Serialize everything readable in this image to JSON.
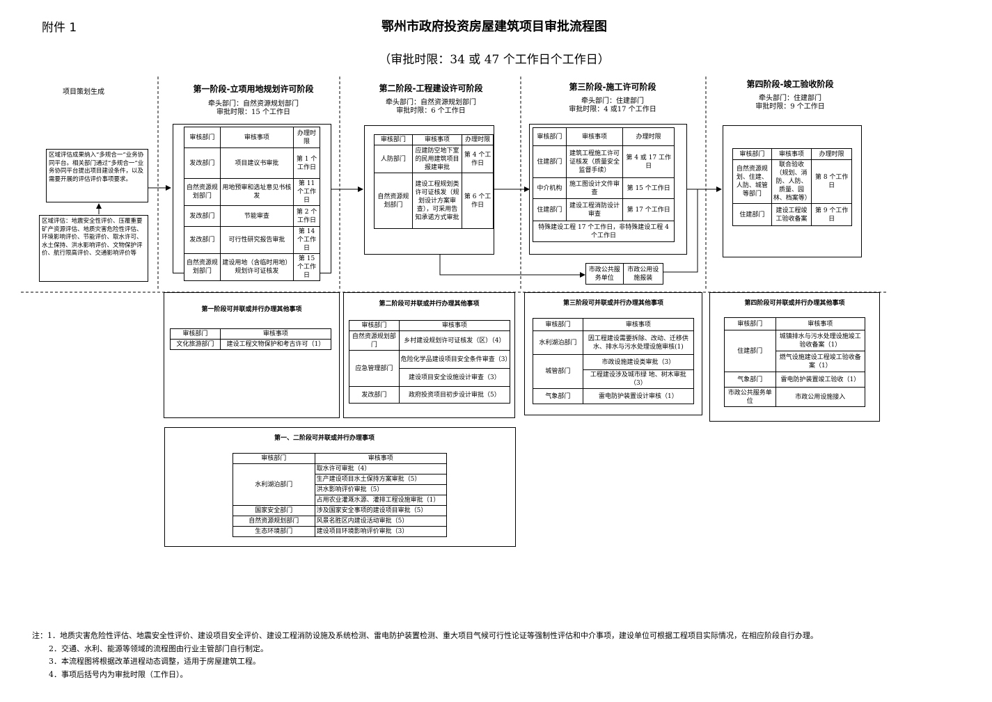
{
  "attachment": "附件 1",
  "title": "鄂州市政府投资房屋建筑项目审批流程图",
  "subtitle": "（审批时限：34 或 47 个工作日个工作日）",
  "project_start": "项目策划生成",
  "area_integration_box": "区域评估成果纳入“多规合一”业务协同平台。相关部门通过“多规合一”业务协同平台提出项目建设条件，以及需要开展的评估评价事项要求。",
  "area_eval_box": "区域评估：地震安全性评价、压覆重要矿产资源评估、地质灾害危险性评估、环境影响评价、节能评价、取水许可、水土保持、洪水影响评价、文物保护评价、航行限高评价、交通影响评价等",
  "headers": {
    "dept": "审核部门",
    "item": "审核事项",
    "time": "办理时限"
  },
  "stage1": {
    "title": "第一阶段-立项用地规划许可阶段",
    "lead": "牵头部门：自然资源规划部门",
    "limit": "审批时限：15 个工作日",
    "rows": [
      {
        "dept": "发改部门",
        "item": "项目建议书审批",
        "time": "第 1 个工作日"
      },
      {
        "dept": "自然资源规划部门",
        "item": "用地预审和选址意见书核发",
        "time": "第 11 个工作日"
      },
      {
        "dept": "发改部门",
        "item": "节能审查",
        "time": "第 2 个工作日"
      },
      {
        "dept": "发改部门",
        "item": "可行性研究报告审批",
        "time": "第 14 个工作日"
      },
      {
        "dept": "自然资源规划部门",
        "item": "建设用地（含临时用地）规划许可证核发",
        "time": "第 15 个工作日"
      }
    ]
  },
  "stage2": {
    "title": "第二阶段-工程建设许可阶段",
    "lead": "牵头部门：自然资源规划部门",
    "limit": "审批时限：6 个工作日",
    "rows": [
      {
        "dept": "人防部门",
        "item": "应建防空地下室的民用建筑项目报建审批",
        "time": "第 4 个工作日"
      },
      {
        "dept": "自然资源规划部门",
        "item": "建设工程规划类许可证核发（规划设计方案审查），可采用告知承诺方式审批",
        "time": "第 6 个工作日"
      }
    ]
  },
  "stage3": {
    "title": "第三阶段-施工许可阶段",
    "lead": "牵头部门：住建部门",
    "limit": "审批时限：4 或17 个工作日",
    "rows": [
      {
        "dept": "住建部门",
        "item": "建筑工程施工许可证核发（质量安全监督手续）",
        "time": "第 4 或 17 工作日"
      },
      {
        "dept": "中介机构",
        "item": "施工图设计文件审查",
        "time": "第 15 个工作日"
      },
      {
        "dept": "住建部门",
        "item": "建设工程消防设计审查",
        "time": "第 17 个工作日"
      }
    ],
    "note": "特殊建设工程 17 个工作日，非特殊建设工程 4 个工作日"
  },
  "stage4": {
    "title": "第四阶段-竣工验收阶段",
    "lead": "牵头部门：住建部门",
    "limit": "审批时限：9 个工作日",
    "rows": [
      {
        "dept": "自然资源规划、住建、人防、城管等部门",
        "item": "联合验收（规划、消防、人防、质量、园林、档案等）",
        "time": "第 8 个工作日"
      },
      {
        "dept": "住建部门",
        "item": "建设工程竣工验收备案",
        "time": "第 9 个工作日"
      }
    ]
  },
  "municipal": {
    "unit": "市政公共服务单位",
    "item": "市政公用设施报装"
  },
  "p1": {
    "title": "第一阶段可并联或并行办理其他事项",
    "rows": [
      {
        "dept": "文化旅游部门",
        "item": "建设工程文物保护和考古许可（1）"
      }
    ]
  },
  "p2": {
    "title": "第二阶段可并联或并行办理其他事项",
    "rows": [
      {
        "dept": "自然资源规划部门",
        "item": "乡村建设规划许可证核发（区）（4）"
      },
      {
        "dept": "应急管理部门",
        "item": "危险化学品建设项目安全条件审查（3）"
      },
      {
        "dept": "",
        "item": "建设项目安全设施设计审查（3）"
      },
      {
        "dept": "发改部门",
        "item": "政府投资项目初步设计审批（5）"
      }
    ]
  },
  "p3": {
    "title": "第三阶段可并联或并行办理其他事项",
    "rows": [
      {
        "dept": "水利湖泊部门",
        "item": "因工程建设需要拆除、改动、迁移供水、排水与污水处理设施审核(1)"
      },
      {
        "dept": "城管部门",
        "item": "市政设施建设类审批（3）"
      },
      {
        "dept": "",
        "item": "工程建设涉及城市绿 地、树木审批（3）"
      },
      {
        "dept": "气象部门",
        "item": "雷电防护装置设计审核（1）"
      }
    ]
  },
  "p4": {
    "title": "第四阶段可并联或并行办理其他事项",
    "rows": [
      {
        "dept": "住建部门",
        "item": "城镇排水与污水处理设施竣工验收备案（1）"
      },
      {
        "dept": "",
        "item": "燃气设施建设工程竣工验收备案（1）"
      },
      {
        "dept": "气象部门",
        "item": "雷电防护装置竣工验收（1）"
      },
      {
        "dept": "市政公共服务单位",
        "item": "市政公用设施接入"
      }
    ]
  },
  "p12": {
    "title": "第一、二阶段可并联或并行办理事项",
    "rows": [
      {
        "dept": "水利湖泊部门",
        "item": "取水许可审批（4）"
      },
      {
        "dept": "",
        "item": "生产建设项目水土保持方案审批（5）"
      },
      {
        "dept": "",
        "item": "洪水影响评价审批（5）"
      },
      {
        "dept": "",
        "item": "占用农业灌溉水源、灌排工程设施审批（1）"
      },
      {
        "dept": "国家安全部门",
        "item": "涉及国家安全事项的建设项目审批（5）"
      },
      {
        "dept": "自然资源规划部门",
        "item": "风景名胜区内建设活动审批（5）"
      },
      {
        "dept": "生态环境部门",
        "item": "建设项目环境影响评价审批（3）"
      }
    ]
  },
  "notes": [
    "注：1．地质灾害危险性评估、地震安全性评价、建设项目安全评价、建设工程消防设施及系统检测、雷电防护装置检测、重大项目气候可行性论证等强制性评估和中介事项，建设单位可根据工程项目实际情况，在相应阶段自行办理。",
    "2．交通、水利、能源等领域的流程图由行业主管部门自行制定。",
    "3．本流程图将根据改革进程动态调整，适用于房屋建筑工程。",
    "4．事项后括号内为审批时限（工作日）。"
  ]
}
